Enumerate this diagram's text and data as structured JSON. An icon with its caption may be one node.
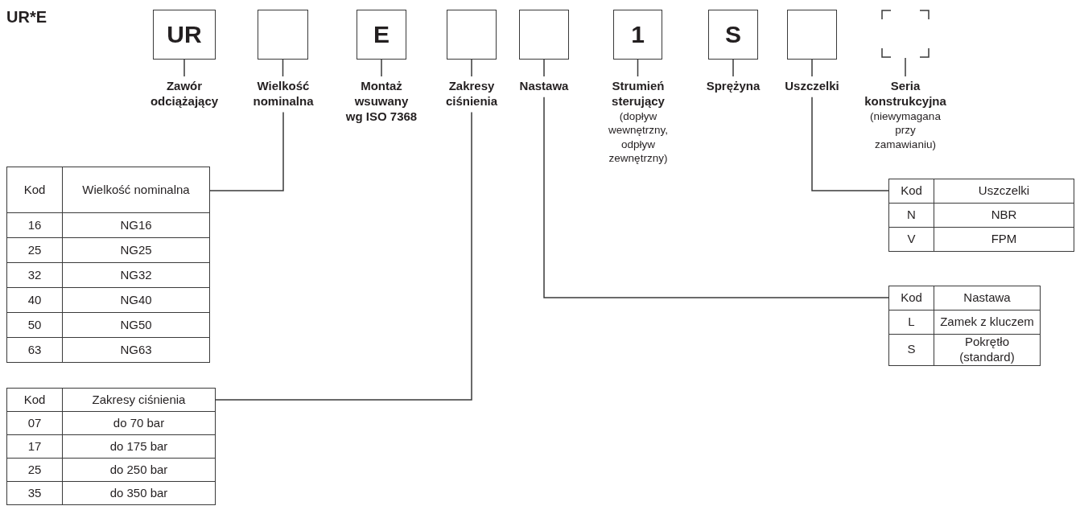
{
  "diagram": {
    "title": "UR*E",
    "nodes": [
      {
        "text": [
          "UR"
        ]
      },
      {
        "text": [],
        "shape": "box"
      },
      {
        "text": [
          "E"
        ]
      },
      {
        "text": [],
        "shape": "box"
      },
      {
        "text": [],
        "shape": "box"
      },
      {
        "text": [
          "1"
        ]
      },
      {
        "text": [
          "S"
        ]
      },
      {
        "text": [],
        "shape": "box"
      },
      {
        "text": [],
        "shape": "box"
      },
      {
        "text": [
          "Zawór odciążający"
        ]
      },
      {
        "text": [
          "Wielkość nominalna"
        ]
      },
      {
        "text": [
          "Montaż wsuwany wg ISO 7368"
        ]
      },
      {
        "text": [
          "Zakresy ciśnienia"
        ]
      },
      {
        "text": [
          "Nastawa"
        ]
      },
      {
        "text": [
          "Strumień sterujący",
          "(dopływ wewnętrzny, odpływ zewnętrzny)"
        ]
      },
      {
        "text": [
          "Sprężyna"
        ]
      },
      {
        "text": [
          "Uszczelki"
        ]
      },
      {
        "text": [
          "Seria konstrukcyjna",
          "(niewymagana przy zamawianiu)"
        ]
      },
      {
        "text": [
          "Kod",
          "Wielkość nominalna",
          "16",
          "NG16",
          "25",
          "NG25",
          "32",
          "NG32",
          "40",
          "NG40",
          "50",
          "NG50",
          "63",
          "NG63"
        ]
      },
      {
        "text": [
          "Kod",
          "Zakresy ciśnienia",
          "07",
          "do 70 bar",
          "17",
          "do 175 bar",
          "25",
          "do 250 bar",
          "35",
          "do 350 bar"
        ]
      },
      {
        "text": [
          "Kod",
          "Uszczelki",
          "N",
          "NBR",
          "V",
          "FPM"
        ]
      },
      {
        "text": [
          "Kod",
          "Nastawa",
          "L",
          "Zamek z kluczem",
          "S",
          "Pokrętło (standard)"
        ]
      }
    ],
    "edges": [
      {
        "from": 0,
        "to": 9,
        "arrow": "none"
      },
      {
        "from": 1,
        "to": 10,
        "arrow": "none"
      },
      {
        "from": 2,
        "to": 11,
        "arrow": "none"
      },
      {
        "from": 3,
        "to": 12,
        "arrow": "none"
      },
      {
        "from": 4,
        "to": 13,
        "arrow": "none"
      },
      {
        "from": 5,
        "to": 14,
        "arrow": "none"
      },
      {
        "from": 6,
        "to": 15,
        "arrow": "none"
      },
      {
        "from": 7,
        "to": 16,
        "arrow": "none"
      },
      {
        "from": 8,
        "to": 17,
        "arrow": "none"
      },
      {
        "from": 10,
        "to": 18,
        "arrow": "none"
      },
      {
        "from": 12,
        "to": 19,
        "arrow": "none"
      },
      {
        "from": 16,
        "to": 20,
        "arrow": "none"
      },
      {
        "from": 13,
        "to": 21,
        "arrow": "none"
      }
    ]
  }
}
